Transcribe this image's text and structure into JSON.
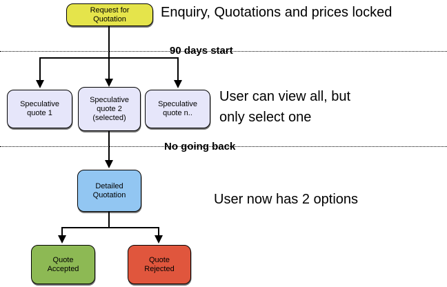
{
  "diagram": {
    "nodes": {
      "request": {
        "label": "Request for\nQuotation",
        "color": "#e5e44b"
      },
      "spec1": {
        "label": "Speculative\nquote 1",
        "color": "#e6e6fa"
      },
      "spec2": {
        "label": "Speculative\nquote 2\n(selected)",
        "color": "#e6e6fa"
      },
      "spec3": {
        "label": "Speculative\nquote n..",
        "color": "#e6e6fa"
      },
      "detailed": {
        "label": "Detailed\nQuotation",
        "color": "#92c6f2"
      },
      "accepted": {
        "label": "Quote\nAccepted",
        "color": "#8db954"
      },
      "rejected": {
        "label": "Quote\nRejected",
        "color": "#e0563d"
      }
    },
    "phase_markers": {
      "days_start": "90 days start",
      "no_going_back": "No going back"
    },
    "annotations": {
      "top": "Enquiry, Quotations and prices locked",
      "middle": "User can view all, but\nonly select one",
      "bottom": "User now has 2 options"
    }
  }
}
